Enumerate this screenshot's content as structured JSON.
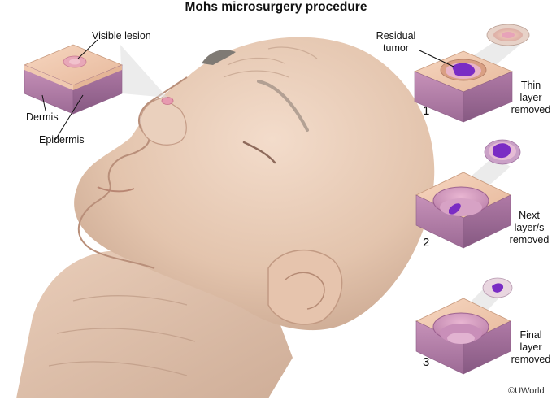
{
  "title": "Mohs microsurgery procedure",
  "labels": {
    "visible_lesion": "Visible lesion",
    "dermis": "Dermis",
    "epidermis": "Epidermis",
    "residual_tumor_1": "Residual",
    "residual_tumor_2": "tumor"
  },
  "steps": [
    {
      "number": "1",
      "caption": [
        "Thin",
        "layer",
        "removed"
      ]
    },
    {
      "number": "2",
      "caption": [
        "Next",
        "layer/s",
        "removed"
      ]
    },
    {
      "number": "3",
      "caption": [
        "Final",
        "layer",
        "removed"
      ]
    }
  ],
  "copyright": "©UWorld",
  "colors": {
    "skin": "#e8cdb7",
    "skin_shadow": "#c9a58f",
    "epidermis_top": "#f0c9b0",
    "dermis_side": "#b07aa6",
    "tumor": "#7a2cc4",
    "lesion": "#e79ab0"
  }
}
